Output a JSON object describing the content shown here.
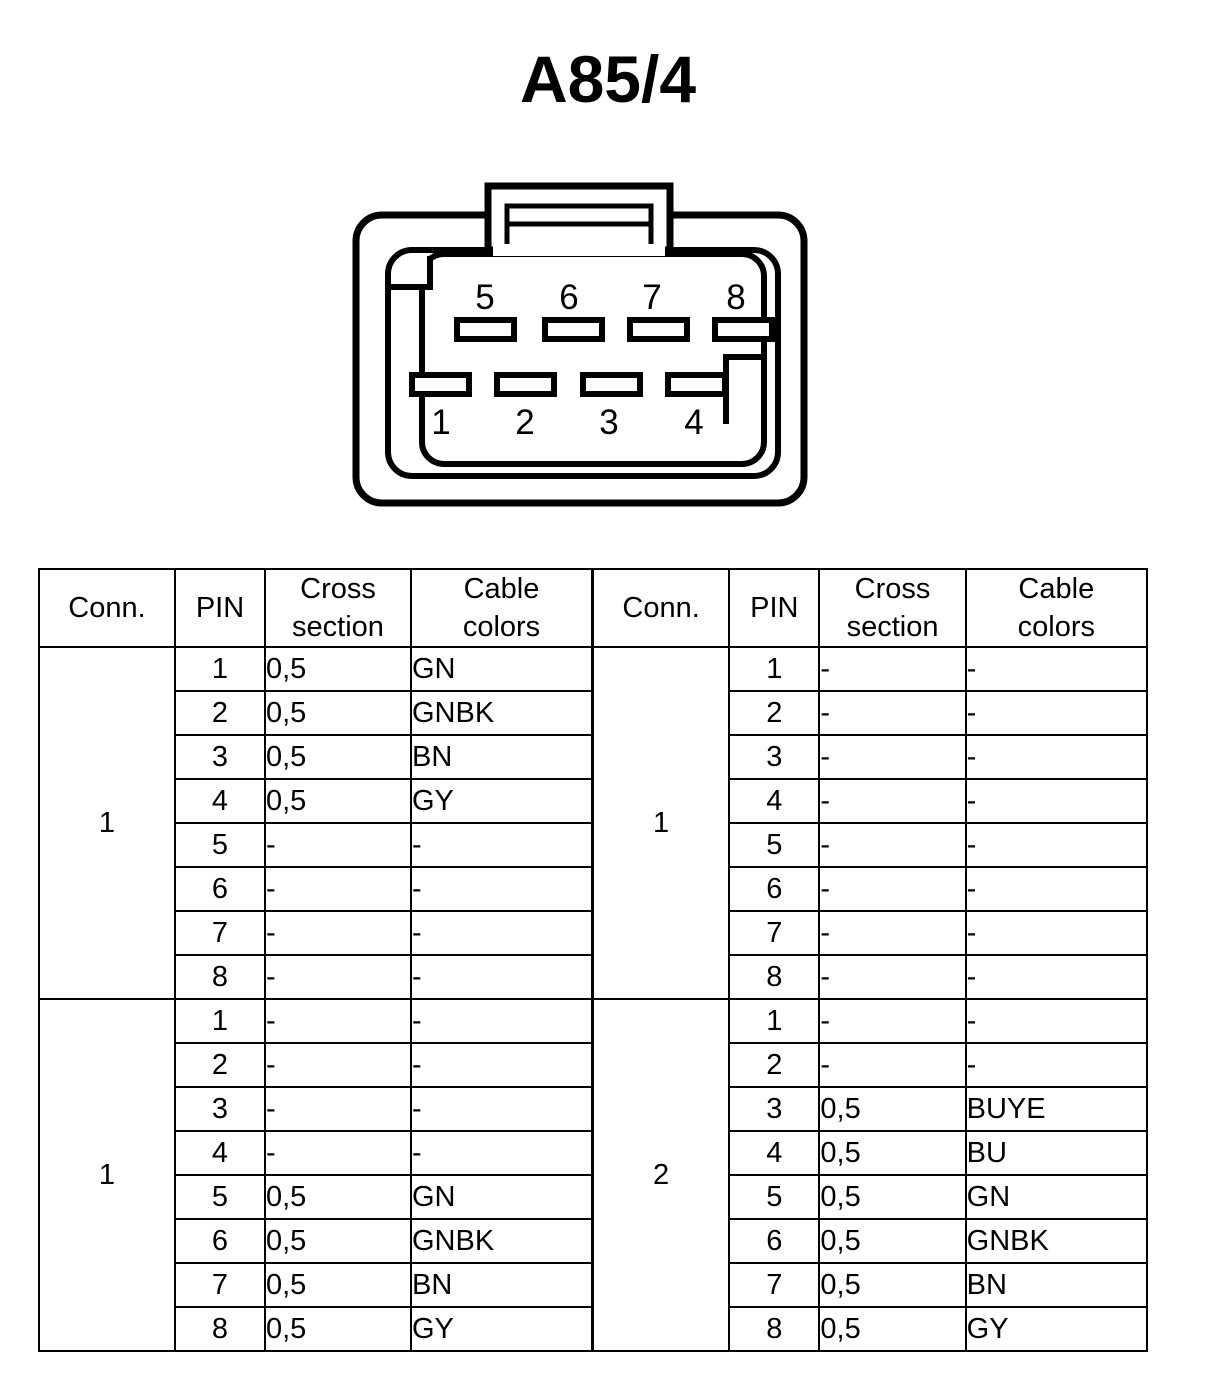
{
  "title": "A85/4",
  "connector": {
    "name": "8-pin-connector",
    "top_row_pins": [
      "5",
      "6",
      "7",
      "8"
    ],
    "bottom_row_pins": [
      "1",
      "2",
      "3",
      "4"
    ],
    "line_color": "#000000",
    "fill_color": "#ffffff"
  },
  "tables": [
    {
      "id": "left",
      "headers": [
        "Conn.",
        "PIN",
        "Cross",
        "section",
        "Cable",
        "colors"
      ],
      "header_cells": [
        {
          "line1": "Conn.",
          "line2": ""
        },
        {
          "line1": "PIN",
          "line2": ""
        },
        {
          "line1": "Cross",
          "line2": "section"
        },
        {
          "line1": "Cable",
          "line2": "colors"
        }
      ],
      "blocks": [
        {
          "conn": "1",
          "rows": [
            {
              "pin": "1",
              "cross_section": "0,5",
              "cable_colors": "GN"
            },
            {
              "pin": "2",
              "cross_section": "0,5",
              "cable_colors": "GNBK"
            },
            {
              "pin": "3",
              "cross_section": "0,5",
              "cable_colors": "BN"
            },
            {
              "pin": "4",
              "cross_section": "0,5",
              "cable_colors": "GY"
            },
            {
              "pin": "5",
              "cross_section": "-",
              "cable_colors": "-"
            },
            {
              "pin": "6",
              "cross_section": "-",
              "cable_colors": "-"
            },
            {
              "pin": "7",
              "cross_section": "-",
              "cable_colors": "-"
            },
            {
              "pin": "8",
              "cross_section": "-",
              "cable_colors": "-"
            }
          ]
        },
        {
          "conn": "1",
          "rows": [
            {
              "pin": "1",
              "cross_section": "-",
              "cable_colors": "-"
            },
            {
              "pin": "2",
              "cross_section": "-",
              "cable_colors": "-"
            },
            {
              "pin": "3",
              "cross_section": "-",
              "cable_colors": "-"
            },
            {
              "pin": "4",
              "cross_section": "-",
              "cable_colors": "-"
            },
            {
              "pin": "5",
              "cross_section": "0,5",
              "cable_colors": "GN"
            },
            {
              "pin": "6",
              "cross_section": "0,5",
              "cable_colors": "GNBK"
            },
            {
              "pin": "7",
              "cross_section": "0,5",
              "cable_colors": "BN"
            },
            {
              "pin": "8",
              "cross_section": "0,5",
              "cable_colors": "GY"
            }
          ]
        }
      ]
    },
    {
      "id": "right",
      "headers": [
        "Conn.",
        "PIN",
        "Cross",
        "section",
        "Cable",
        "colors"
      ],
      "header_cells": [
        {
          "line1": "Conn.",
          "line2": ""
        },
        {
          "line1": "PIN",
          "line2": ""
        },
        {
          "line1": "Cross",
          "line2": "section"
        },
        {
          "line1": "Cable",
          "line2": "colors"
        }
      ],
      "blocks": [
        {
          "conn": "1",
          "rows": [
            {
              "pin": "1",
              "cross_section": "-",
              "cable_colors": "-"
            },
            {
              "pin": "2",
              "cross_section": "-",
              "cable_colors": "-"
            },
            {
              "pin": "3",
              "cross_section": "-",
              "cable_colors": "-"
            },
            {
              "pin": "4",
              "cross_section": "-",
              "cable_colors": "-"
            },
            {
              "pin": "5",
              "cross_section": "-",
              "cable_colors": "-"
            },
            {
              "pin": "6",
              "cross_section": "-",
              "cable_colors": "-"
            },
            {
              "pin": "7",
              "cross_section": "-",
              "cable_colors": "-"
            },
            {
              "pin": "8",
              "cross_section": "-",
              "cable_colors": "-"
            }
          ]
        },
        {
          "conn": "2",
          "rows": [
            {
              "pin": "1",
              "cross_section": "-",
              "cable_colors": "-"
            },
            {
              "pin": "2",
              "cross_section": "-",
              "cable_colors": "-"
            },
            {
              "pin": "3",
              "cross_section": "0,5",
              "cable_colors": "BUYE"
            },
            {
              "pin": "4",
              "cross_section": "0,5",
              "cable_colors": "BU"
            },
            {
              "pin": "5",
              "cross_section": "0,5",
              "cable_colors": "GN"
            },
            {
              "pin": "6",
              "cross_section": "0,5",
              "cable_colors": "GNBK"
            },
            {
              "pin": "7",
              "cross_section": "0,5",
              "cable_colors": "BN"
            },
            {
              "pin": "8",
              "cross_section": "0,5",
              "cable_colors": "GY"
            }
          ]
        }
      ]
    }
  ]
}
